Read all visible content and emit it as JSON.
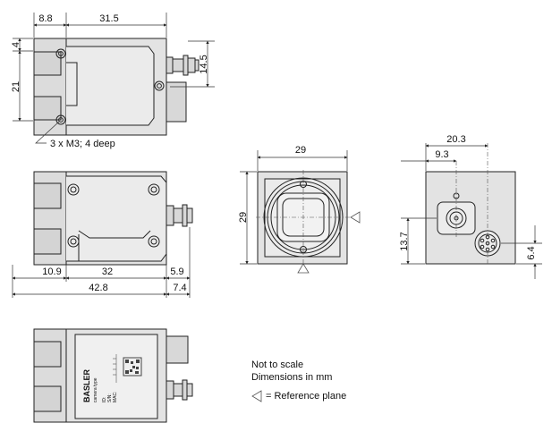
{
  "dims": {
    "top_offset": "8.8",
    "top_width": "31.5",
    "left_upper": "4",
    "left_height": "21",
    "right_height": "14.5",
    "thread_note": "3 x M3; 4 deep",
    "side_a": "10.9",
    "side_b": "32",
    "side_c": "5.9",
    "side_total": "42.8",
    "side_connector": "7.4",
    "front_width": "29",
    "front_height": "29",
    "back_width": "20.3",
    "back_offset": "9.3",
    "back_height": "13.7",
    "back_pin": "6.4"
  },
  "label": {
    "brand": "BASLER",
    "sub": "camera type",
    "lines": [
      "ID:",
      "S/N:",
      "MAC:"
    ]
  },
  "notes": {
    "line1": "Not to scale",
    "line2": "Dimensions in mm",
    "legend": "= Reference plane"
  },
  "colors": {
    "body_fill": "#e3e3e3",
    "line": "#222222",
    "dim_line": "#333333"
  }
}
